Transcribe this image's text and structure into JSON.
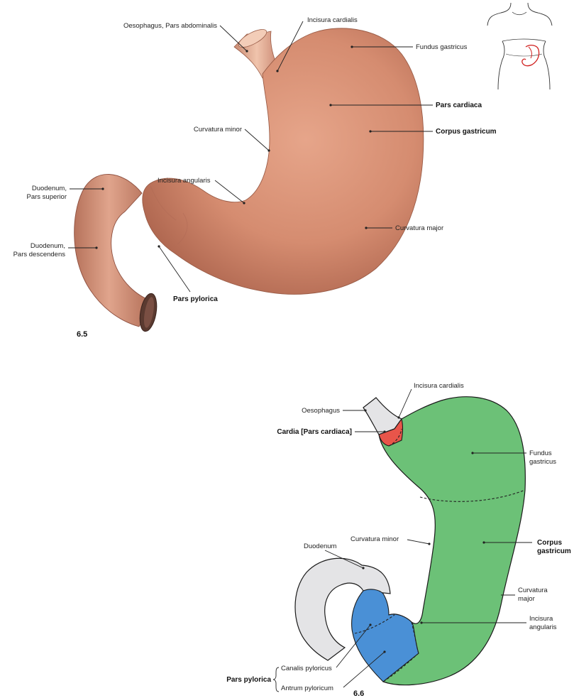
{
  "figure_6_5": {
    "number": "6.5",
    "labels": {
      "oesophagus": "Oesophagus, Pars abdominalis",
      "incisura_cardialis": "Incisura cardialis",
      "fundus_gastricus": "Fundus gastricus",
      "pars_cardiaca": "Pars cardiaca",
      "corpus_gastricum": "Corpus gastricum",
      "curvatura_minor": "Curvatura minor",
      "incisura_angularis": "Incisura angularis",
      "duodenum_superior_1": "Duodenum,",
      "duodenum_superior_2": "Pars superior",
      "duodenum_descendens_1": "Duodenum,",
      "duodenum_descendens_2": "Pars descendens",
      "curvatura_major": "Curvatura major",
      "pars_pylorica": "Pars pylorica"
    }
  },
  "figure_6_6": {
    "number": "6.6",
    "labels": {
      "incisura_cardialis": "Incisura cardialis",
      "oesophagus": "Oesophagus",
      "cardia": "Cardia [Pars cardiaca]",
      "fundus_1": "Fundus",
      "fundus_2": "gastricus",
      "corpus_1": "Corpus",
      "corpus_2": "gastricum",
      "duodenum": "Duodenum",
      "curvatura_minor": "Curvatura minor",
      "curvatura_major_1": "Curvatura",
      "curvatura_major_2": "major",
      "incisura_angularis_1": "Incisura",
      "incisura_angularis_2": "angularis",
      "pars_pylorica": "Pars pylorica",
      "canalis_pyloricus": "Canalis pyloricus",
      "antrum_pyloricum": "Antrum pyloricum"
    },
    "colors": {
      "stomach": "#6cc177",
      "cardia": "#e8554a",
      "pylorus": "#4a90d6",
      "oesophagus_duodenum": "#e4e4e6"
    }
  }
}
